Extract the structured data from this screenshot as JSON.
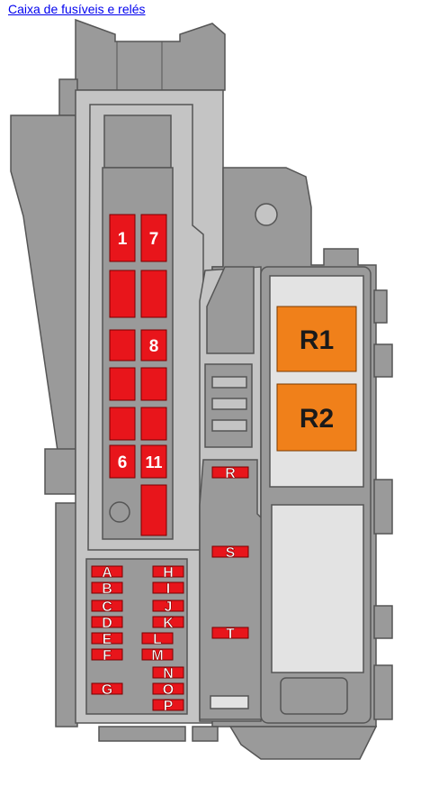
{
  "title": "Caixa de fusíveis e relés",
  "colors": {
    "housing": "#9a9a9a",
    "housing_light": "#c4c4c4",
    "panel": "#e3e3e3",
    "outline": "#555555",
    "fuse": "#e8151b",
    "relay": "#f0801a"
  },
  "large_fuses": [
    {
      "id": "f1",
      "label": "1"
    },
    {
      "id": "f7",
      "label": "7"
    },
    {
      "id": "f2",
      "label": ""
    },
    {
      "id": "f3",
      "label": ""
    },
    {
      "id": "f4",
      "label": ""
    },
    {
      "id": "f8",
      "label": "8"
    },
    {
      "id": "f5",
      "label": ""
    },
    {
      "id": "f9",
      "label": ""
    },
    {
      "id": "f5b",
      "label": ""
    },
    {
      "id": "f10",
      "label": ""
    },
    {
      "id": "f6",
      "label": "6"
    },
    {
      "id": "f11",
      "label": "11"
    },
    {
      "id": "f12",
      "label": ""
    }
  ],
  "mini_fuses": [
    {
      "label": "A"
    },
    {
      "label": "B"
    },
    {
      "label": "C"
    },
    {
      "label": "D"
    },
    {
      "label": "E"
    },
    {
      "label": "F"
    },
    {
      "label": "G"
    },
    {
      "label": "H"
    },
    {
      "label": "I"
    },
    {
      "label": "J"
    },
    {
      "label": "K"
    },
    {
      "label": "L"
    },
    {
      "label": "M"
    },
    {
      "label": "N"
    },
    {
      "label": "O"
    },
    {
      "label": "P"
    },
    {
      "label": "R"
    },
    {
      "label": "S"
    },
    {
      "label": "T"
    }
  ],
  "relays": [
    {
      "label": "R1"
    },
    {
      "label": "R2"
    }
  ]
}
